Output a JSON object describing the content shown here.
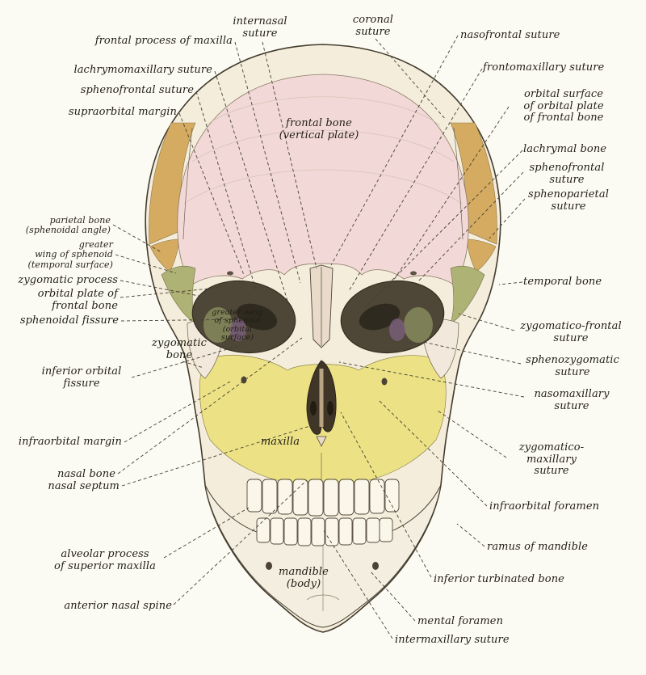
{
  "figure": {
    "type": "anatomical-diagram",
    "subject": "Human skull, anterior (frontal) view, with bones and sutures labelled"
  },
  "colors": {
    "background": "#fcfbf3",
    "bone_white": "#f4eddc",
    "frontal_bone_pink": "#f2d9d7",
    "parietal_tan": "#d4ab61",
    "sphenoid_green": "#afb275",
    "maxilla_yellow": "#ece285",
    "orbit_dark": "#4e4636",
    "ink": "#433c2e",
    "leader_line": "#454033"
  },
  "labels": {
    "internasal_suture": "internasal\nsuture",
    "coronal_suture": "coronal\nsuture",
    "frontal_process_of_maxilla": "frontal process of maxilla",
    "nasofrontal_suture": "nasofrontal suture",
    "lachrymomaxillary_suture": "lachrymomaxillary suture",
    "frontomaxillary_suture": "frontomaxillary suture",
    "sphenofrontal_suture_left": "sphenofrontal suture",
    "orbital_surface_of_orbital_plate": "orbital surface\nof orbital plate\nof frontal bone",
    "supraorbital_margin": "supraorbital margin",
    "frontal_bone_vertical_plate": "frontal bone\n(vertical plate)",
    "lachrymal_bone": "lachrymal bone",
    "sphenofrontal_suture_right": "sphenofrontal\nsuture",
    "sphenoparietal_suture": "sphenoparietal\nsuture",
    "parietal_bone_sphenoidal_angle": "parietal bone\n(sphenoidal angle)",
    "greater_wing_of_sphenoid_temporal": "greater\nwing of sphenoid\n(temporal surface)",
    "zygomatic_process": "zygomatic process",
    "temporal_bone": "temporal bone",
    "orbital_plate_of_frontal_bone": "orbital plate of\nfrontal bone",
    "sphenoidal_fissure": "sphenoidal fissure",
    "zygomatico_frontal_suture": "zygomatico-frontal\nsuture",
    "greater_wing_of_sphenoid_orbital": "greater wing\nof sphenoid\n(orbital\nsurface)",
    "zygomatic_bone": "zygomatic\nbone",
    "sphenozygomatic_suture": "sphenozygomatic\nsuture",
    "inferior_orbital_fissure": "inferior orbital\nfissure",
    "nasomaxillary_suture": "nasomaxillary\nsuture",
    "infraorbital_margin": "infraorbital margin",
    "maxilla": "maxilla",
    "zygomatico_maxillary_suture": "zygomatico-\nmaxillary\nsuture",
    "nasal_bone": "nasal bone",
    "nasal_septum": "nasal septum",
    "infraorbital_foramen": "infraorbital foramen",
    "alveolar_process": "alveolar process\nof superior maxilla",
    "ramus_of_mandible": "ramus of mandible",
    "mandible_body": "mandible\n(body)",
    "inferior_turbinated_bone": "inferior turbinated bone",
    "anterior_nasal_spine": "anterior nasal spine",
    "mental_foramen": "mental foramen",
    "intermaxillary_suture": "intermaxillary suture"
  }
}
